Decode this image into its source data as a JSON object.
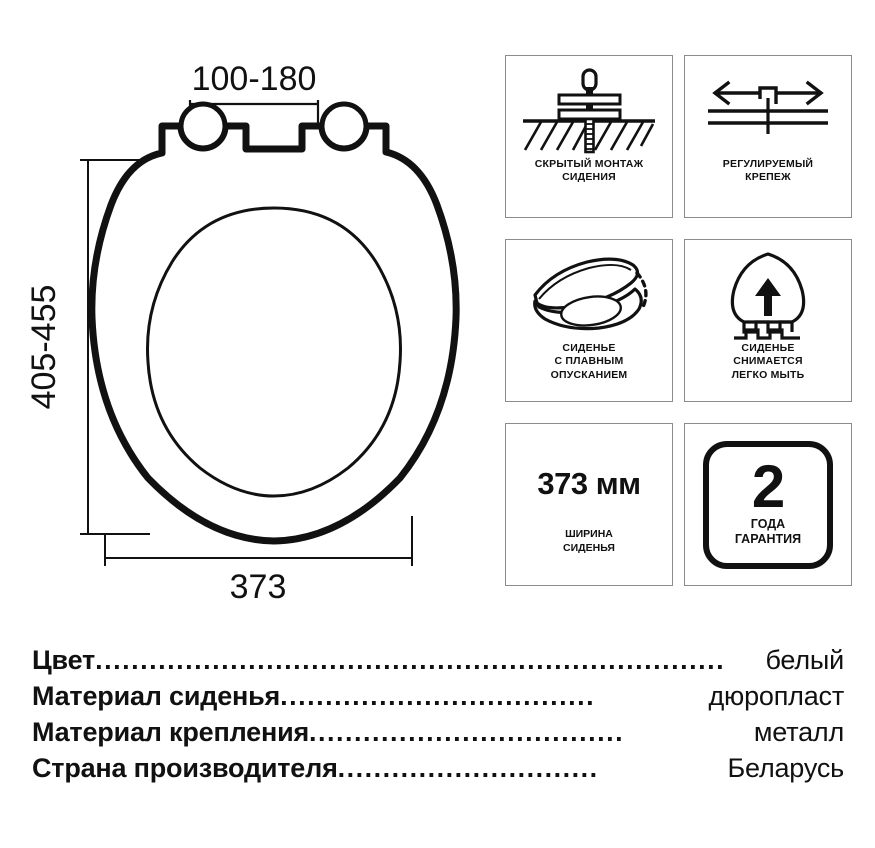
{
  "drawing": {
    "dimensions": {
      "hole_spacing": "100-180",
      "length": "405-455",
      "width": "373"
    },
    "parts": {
      "seat_outline": "toilet-seat-outline",
      "inner_opening": "seat-inner-opening",
      "hinge_hole_left": "mounting-hole-left",
      "hinge_hole_right": "mounting-hole-right"
    }
  },
  "features": [
    {
      "icon": "hidden-mount-bolt-icon",
      "caption": "СКРЫТЫЙ МОНТАЖ\nСИДЕНИЯ"
    },
    {
      "icon": "adjustable-fastener-arrows-icon",
      "caption": "РЕГУЛИРУЕМЫЙ\nКРЕПЕЖ"
    },
    {
      "icon": "soft-close-lid-icon",
      "caption": "СИДЕНЬЕ\nС ПЛАВНЫМ\nОПУСКАНИЕМ"
    },
    {
      "icon": "removable-seat-uparrow-icon",
      "caption": "СИДЕНЬЕ\nСНИМАЕТСЯ\nЛЕГКО МЫТЬ"
    }
  ],
  "width_card": {
    "icon": "seat-width-label",
    "value": "373 мм",
    "caption": "ШИРИНА\nСИДЕНЬЯ"
  },
  "warranty_card": {
    "icon": "warranty-badge",
    "number": "2",
    "caption": "ГОДА\nГАРАНТИЯ"
  },
  "specs": [
    {
      "label": "Цвет",
      "leader": "......................................................................",
      "value": "белый"
    },
    {
      "label": "Материал сиденья",
      "leader": "...................................",
      "value": "дюропласт"
    },
    {
      "label": "Материал крепления",
      "leader": "...................................",
      "value": "металл"
    },
    {
      "label": "Страна производителя",
      "leader": ".............................",
      "value": "Беларусь"
    }
  ],
  "colors": {
    "ink": "#111111",
    "card_border": "#8c8c8c",
    "background": "#ffffff"
  }
}
